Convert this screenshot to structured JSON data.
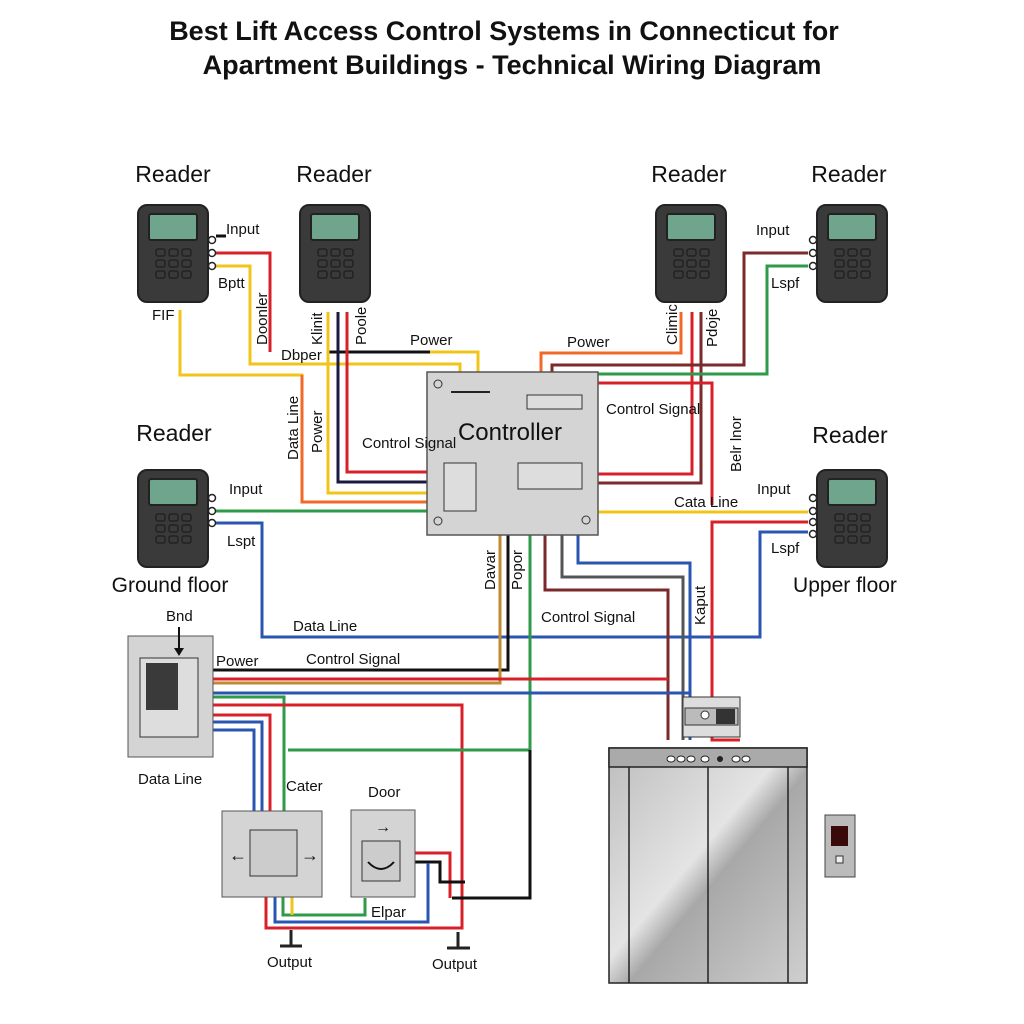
{
  "title": {
    "line1": "Best Lift Access Control Systems in Connecticut for",
    "line2": "Apartment Buildings - Technical Wiring Diagram"
  },
  "readers": {
    "r1": "Reader",
    "r2": "Reader",
    "r3": "Reader",
    "r4": "Reader",
    "r5": "Reader",
    "r6": "Reader",
    "ground_floor": "Ground floor",
    "upper_floor": "Upper floor"
  },
  "controller": {
    "label": "Controller"
  },
  "wire_labels": {
    "r1_input": "Input",
    "r1_bptt": "Bptt",
    "r1_fif": "FIF",
    "doonler": "Doonler",
    "dbper": "Dbper",
    "klinit": "Klinit",
    "poole": "Poole",
    "power_top_left": "Power",
    "data_line_left": "Data Line",
    "power_left": "Power",
    "control_signal_left": "Control Signal",
    "power_top_right": "Power",
    "climic": "Climic",
    "pdoje": "Pdoje",
    "r4_input": "Input",
    "r4_lspf": "Lspf",
    "control_signal_right": "Control Signal",
    "belr_lnor": "Belr lnor",
    "cata_line": "Cata Line",
    "r6_input": "Input",
    "r6_lspf": "Lspf",
    "r5_input": "Input",
    "r5_lspt": "Lspt",
    "davar": "Davar",
    "popor": "Popor",
    "data_line_mid": "Data Line",
    "control_signal_mid": "Control Signal",
    "kaput": "Kaput",
    "bnd": "Bnd",
    "panel_power": "Power",
    "panel_control_signal": "Control Signal",
    "panel_data_line": "Data Line",
    "cater": "Cater",
    "door": "Door",
    "elpar": "Elpar",
    "output_left": "Output",
    "output_right": "Output"
  },
  "colors": {
    "red": "#d8202a",
    "yellow": "#f0c419",
    "orange": "#f06a28",
    "green": "#2e9a4a",
    "blue": "#2a55b0",
    "black": "#111111",
    "maroon": "#7a2a2a",
    "reader_body": "#3a3a3a",
    "reader_screen": "#6fa58c",
    "panel_gray": "#d4d4d4"
  }
}
